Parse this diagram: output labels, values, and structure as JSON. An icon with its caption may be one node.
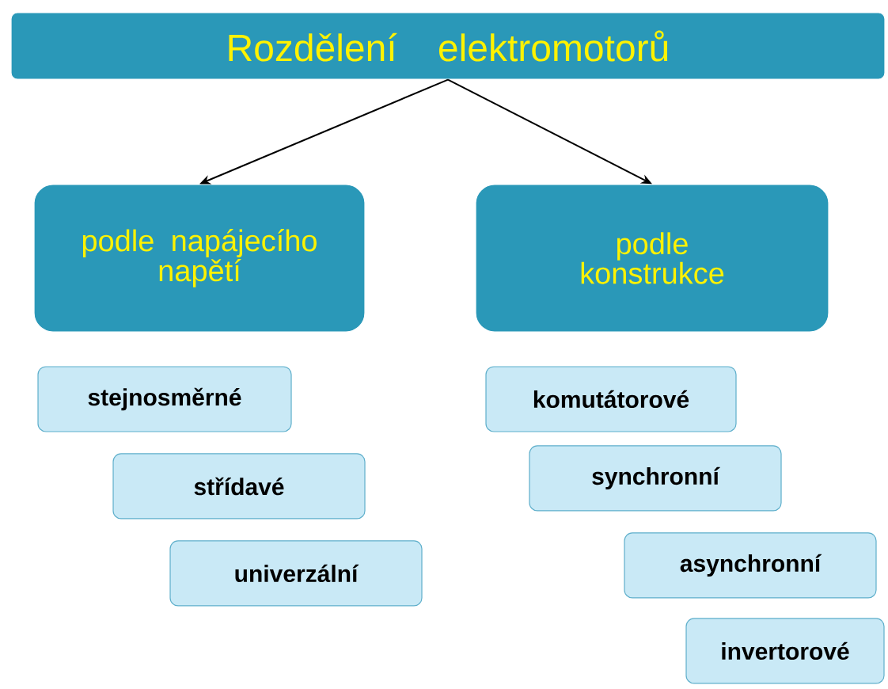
{
  "diagram": {
    "nodes": [
      {
        "text": [
          "Rozdělení elektromotorů"
        ]
      },
      {
        "text": [
          "podle napájecího napětí"
        ]
      },
      {
        "text": [
          "podle konstrukce"
        ]
      },
      {
        "text": [
          "stejnosměrné"
        ]
      },
      {
        "text": [
          "střídavé"
        ]
      },
      {
        "text": [
          "univerzální"
        ]
      },
      {
        "text": [
          "komutátorové"
        ]
      },
      {
        "text": [
          "synchronní"
        ]
      },
      {
        "text": [
          "asynchronní"
        ]
      },
      {
        "text": [
          "invertorové"
        ]
      }
    ],
    "edges": [
      {
        "from": 0,
        "to": 1,
        "arrow": "to"
      },
      {
        "from": 0,
        "to": 2,
        "arrow": "to"
      }
    ]
  }
}
